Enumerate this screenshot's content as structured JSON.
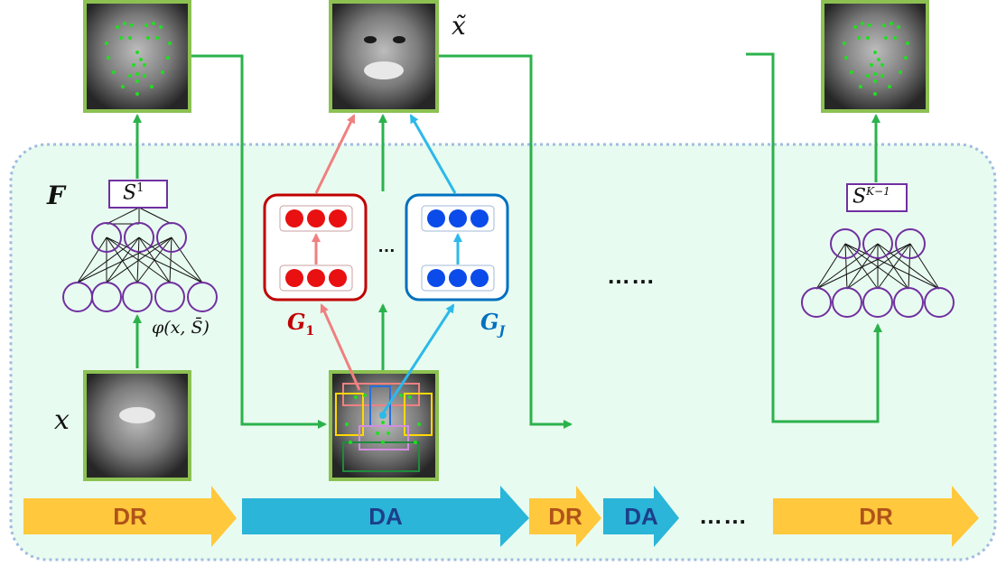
{
  "labels": {
    "F": "F",
    "x": "x",
    "x_tilde": "x̃",
    "s1_base": "S",
    "s1_sup": "1",
    "sk_base": "S",
    "sk_sup": "K−1",
    "phi": "φ(x, S̄)",
    "g1_base": "G",
    "g1_sub": "1",
    "gj_base": "G",
    "gj_sub": "J",
    "ellipsis_small": "…",
    "ellipsis_mid": "……",
    "ellipsis_bottom": "……"
  },
  "stage_arrows": [
    {
      "text": "DR",
      "kind": "DR"
    },
    {
      "text": "DA",
      "kind": "DA"
    },
    {
      "text": "DR",
      "kind": "DR"
    },
    {
      "text": "DA",
      "kind": "DA"
    },
    {
      "text": "DR",
      "kind": "DR"
    }
  ],
  "colors": {
    "background_panel": "#e8fbf0",
    "panel_border": "#9fbce0",
    "green": "#2bb24c",
    "purple": "#7030a0",
    "red": "#c00000",
    "blue": "#0070c0",
    "pink": "#f08080",
    "cyan": "#2cb9ea",
    "dr_fill": "#ffc83d",
    "dr_text": "#b0531a",
    "da_fill": "#2ab5d9",
    "da_text": "#1d3f8a",
    "image_border": "#8cc152"
  }
}
